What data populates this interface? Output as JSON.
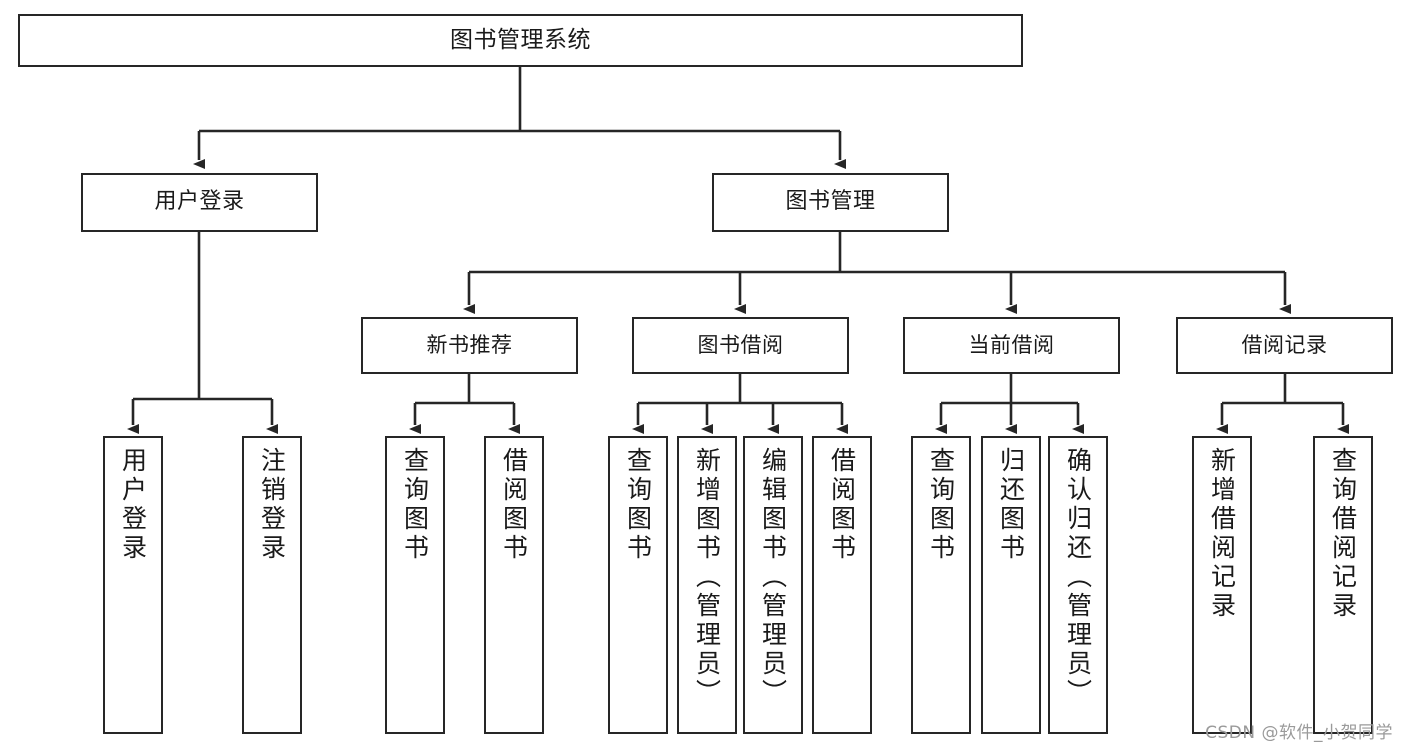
{
  "diagram": {
    "title": "图书管理系统",
    "type": "tree",
    "orientation": "top-down",
    "line_color": "#262626",
    "box_fill": "#ffffff",
    "text_color": "#1a1a1a",
    "watermark": "CSDN @软件_小贺同学"
  },
  "nodes": {
    "root": {
      "label": "图书管理系统"
    },
    "level1": [
      {
        "id": "user-login",
        "label": "用户登录"
      },
      {
        "id": "book-manage",
        "label": "图书管理"
      }
    ],
    "level2": [
      {
        "id": "new-book-rec",
        "label": "新书推荐",
        "parent": "book-manage"
      },
      {
        "id": "book-borrow",
        "label": "图书借阅",
        "parent": "book-manage"
      },
      {
        "id": "current-borrow",
        "label": "当前借阅",
        "parent": "book-manage"
      },
      {
        "id": "borrow-record",
        "label": "借阅记录",
        "parent": "book-manage"
      }
    ],
    "leaves": [
      {
        "id": "leaf-user-login",
        "label": "用户登录",
        "parent": "user-login"
      },
      {
        "id": "leaf-logout",
        "label": "注销登录",
        "parent": "user-login"
      },
      {
        "id": "leaf-query-book-1",
        "label": "查询图书",
        "parent": "new-book-rec"
      },
      {
        "id": "leaf-borrow-book-1",
        "label": "借阅图书",
        "parent": "new-book-rec"
      },
      {
        "id": "leaf-query-book-2",
        "label": "查询图书",
        "parent": "book-borrow"
      },
      {
        "id": "leaf-add-book",
        "label": "新增图书（管理员）",
        "parent": "book-borrow"
      },
      {
        "id": "leaf-edit-book",
        "label": "编辑图书（管理员）",
        "parent": "book-borrow"
      },
      {
        "id": "leaf-borrow-book-2",
        "label": "借阅图书",
        "parent": "book-borrow"
      },
      {
        "id": "leaf-query-book-3",
        "label": "查询图书",
        "parent": "current-borrow"
      },
      {
        "id": "leaf-return-book",
        "label": "归还图书",
        "parent": "current-borrow"
      },
      {
        "id": "leaf-confirm-return",
        "label": "确认归还（管理员）",
        "parent": "current-borrow"
      },
      {
        "id": "leaf-add-record",
        "label": "新增借阅记录",
        "parent": "borrow-record"
      },
      {
        "id": "leaf-query-record",
        "label": "查询借阅记录",
        "parent": "borrow-record"
      }
    ]
  }
}
